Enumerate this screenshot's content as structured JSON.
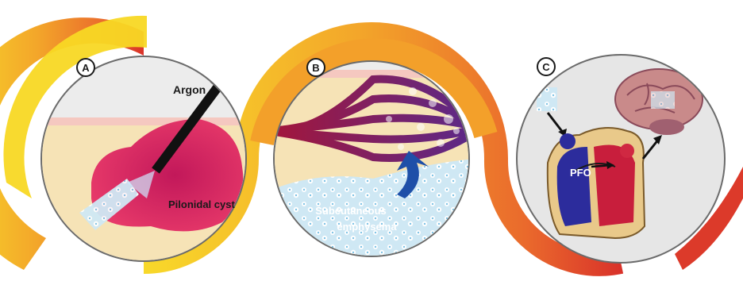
{
  "panels": [
    {
      "badge": "A",
      "labels": {
        "argon": "Argon",
        "cyst": "Pilonidal cyst"
      }
    },
    {
      "badge": "B",
      "labels": {
        "line1": "Subcutaneous",
        "line2": "emphysema"
      }
    },
    {
      "badge": "C",
      "labels": {
        "pfo": "PFO"
      }
    }
  ],
  "colors": {
    "band_start": "#f7d21e",
    "band_mid": "#f2a024",
    "band_end": "#e0402a",
    "skin": "#f6dfb0",
    "vessel": "#8b1a3a",
    "cyst": "#d6255c",
    "bubbles": "#b8dff0",
    "heart_dark": "#3a2aa0",
    "heart_red": "#c81e3c",
    "brain": "#c47080"
  }
}
